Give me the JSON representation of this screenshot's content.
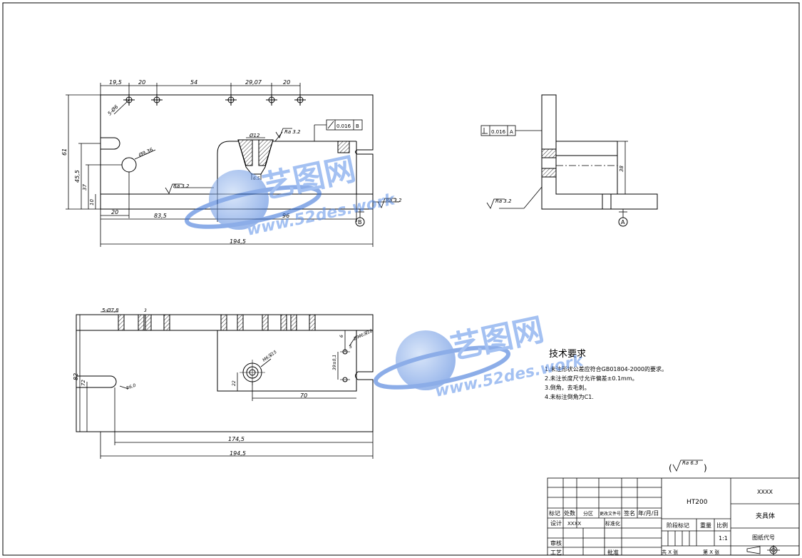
{
  "dimensions": {
    "top_row": [
      "19,5",
      "20",
      "54",
      "29,07",
      "20"
    ],
    "holes_label": "5-Ø6",
    "bore_label": "Ø9,36",
    "height_total": "61",
    "height_mid": "45,5",
    "height_37": "37",
    "height_10": "10",
    "bottom_20": "20",
    "bottom_835": "83,5",
    "bottom_96": "96",
    "bottom_1945": "194,5",
    "counterbore": "Ø12",
    "small_dim": "6.5",
    "side_38": "38",
    "plan_holes": "5-Ø7,8",
    "plan_3": "3",
    "plan_82": "82",
    "plan_72": "72",
    "plan_r60": "R6,0",
    "plan_m6": "M6深15",
    "plan_2m6": "2-M6深10",
    "plan_6": "6",
    "plan_5": "5",
    "plan_39": "39±0,1",
    "plan_22": "22",
    "plan_70": "70",
    "plan_1745": "174,5",
    "plan_1945": "194,5"
  },
  "annotations": {
    "ra_32": "Ra 3.2",
    "ra_63": "Ra 6.3",
    "tolerance_front_value": "0.016",
    "tolerance_front_datum": "B",
    "tolerance_side_value": "0.016",
    "tolerance_side_datum": "A",
    "datum_b": "B",
    "datum_a": "A"
  },
  "tech_requirements": {
    "title": "技术要求",
    "items": [
      "1.未注形状公差应符合GB01804-2000的要求。",
      "2.未注长度尺寸允许偏差±0.1mm。",
      "3.倒角，去毛刺。",
      "4.未标注倒角为C1."
    ]
  },
  "title_block": {
    "material": "HT200",
    "company": "XXXX",
    "part_name": "夹具体",
    "drawing_no_label": "图纸代号",
    "scale_label": "比例",
    "scale_value": "1:1",
    "weight_label": "重量",
    "stage_label": "阶段标记",
    "row_headers": [
      "标记",
      "处数",
      "分区",
      "更改文件号",
      "签名",
      "年/月/日"
    ],
    "design_label": "设计",
    "design_value": "XXXX",
    "standard_label": "标准化",
    "review_label": "审核",
    "process_label": "工艺",
    "approve_label": "批准",
    "sheet_total": "共 X 张",
    "sheet_no": "第 X 张"
  },
  "watermark": {
    "cn": "艺图网",
    "url": "www.52des.work"
  }
}
